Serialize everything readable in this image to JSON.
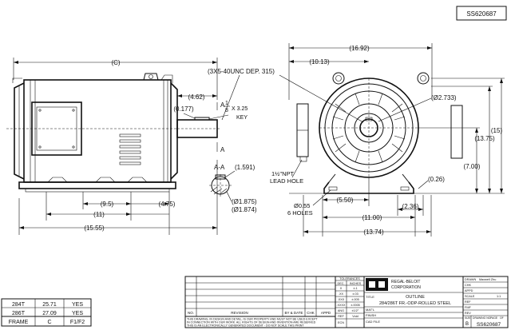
{
  "drawing_number": "SS620687",
  "side_view": {
    "overall_length": "(C)",
    "length_a": "(15.55)",
    "length_b": "(11)",
    "length_c": "(9.5)",
    "length_d": "(4.75)",
    "shaft_ext": "(4.62)",
    "shaft_tap": "(3X5-40UNC DEP. 315)",
    "key_dim": "(0.177)",
    "key_size_num": "1",
    "key_size_den": "8",
    "key_size_rest": "X 3.25",
    "key_label": "KEY",
    "section_mark": "A"
  },
  "section_aa": {
    "label": "A-A",
    "dim_top": "(1.591)",
    "dia_1": "(Ø1.875)",
    "dia_2": "(Ø1.874)"
  },
  "front_view": {
    "width_top": "(16.92)",
    "height_to_center": "(10.13)",
    "pilot_dia": "(Ø2.733)",
    "height_total": "(15)",
    "height_r": "(13.75)",
    "shaft_height": "(7.00)",
    "hole_dia": "Ø0.55",
    "holes": "6 HOLES",
    "npt": "1½\"NPT",
    "lead_hole": "LEAD HOLE",
    "feet_offset": "(0.26)",
    "dim_5_50": "(5.50)",
    "dim_2_36": "(2.36)",
    "dim_11_00": "(11.00)",
    "dim_13_74": "(13.74)"
  },
  "frame_table": {
    "headers": [
      "FRAME",
      "C",
      "F1/F2"
    ],
    "rows": [
      [
        "284T",
        "25.71",
        "YES"
      ],
      [
        "286T",
        "27.09",
        "YES"
      ]
    ]
  },
  "title_block": {
    "tolerances": "TOLERANCES",
    "dec_label": "DEC.",
    "inches": "INCHES",
    "tol_rows": [
      [
        "X",
        "±.1"
      ],
      [
        ".XX",
        "±.03"
      ],
      [
        ".XXX",
        "±.005"
      ],
      [
        ".XXXX",
        "±.0005"
      ]
    ],
    "ang_label": "ANG",
    "ang_value": "±1/2°",
    "ref_label": "REF",
    "ref_value": "Void",
    "cad_file": "CAD FILE",
    "ecn": "ECN",
    "matl": "MAT'L",
    "finish": "FINISH",
    "company_1": "REGAL-BELOIT",
    "company_2": "CORPORATION",
    "title_label": "TITLE",
    "title_1": "OUTLINE",
    "title_2": "284/286T FR.-ODP-ROLLED STEEL",
    "drawn_label": "DRAWN",
    "drawn_by": "Maxwell Zhu",
    "chk_label": "CHK",
    "appd_label": "APPD",
    "scale_label": "SCALE",
    "scale_value": "1:1",
    "ref2_label": "REF",
    "fmf_label": "FMF",
    "rev_label": "REV",
    "size_label": "SIZE",
    "size_value": "B",
    "drawing_no_label": "DRAWING NO.",
    "page_label": "PAGE",
    "of_label": "OF",
    "drawing_no": "SS620687",
    "rev_headers": [
      "NO.",
      "REVISION",
      "BY & DATE",
      "CHK",
      "APPD"
    ],
    "notice_1": "THIS DRAWING, IN DESIGN AND DETAIL, IS OUR PROPERTY AND MUST NOT BE USED EXCEPT",
    "notice_2": "IN CONNECTION WITH OUR WORK. ALL RIGHTS OF DESIGN AND INVENTION ARE RESERVED",
    "notice_3": "THIS IS AN ELECTRONICALLY GENERATED DOCUMENT - DO NOT SCALE THIS PRINT"
  }
}
